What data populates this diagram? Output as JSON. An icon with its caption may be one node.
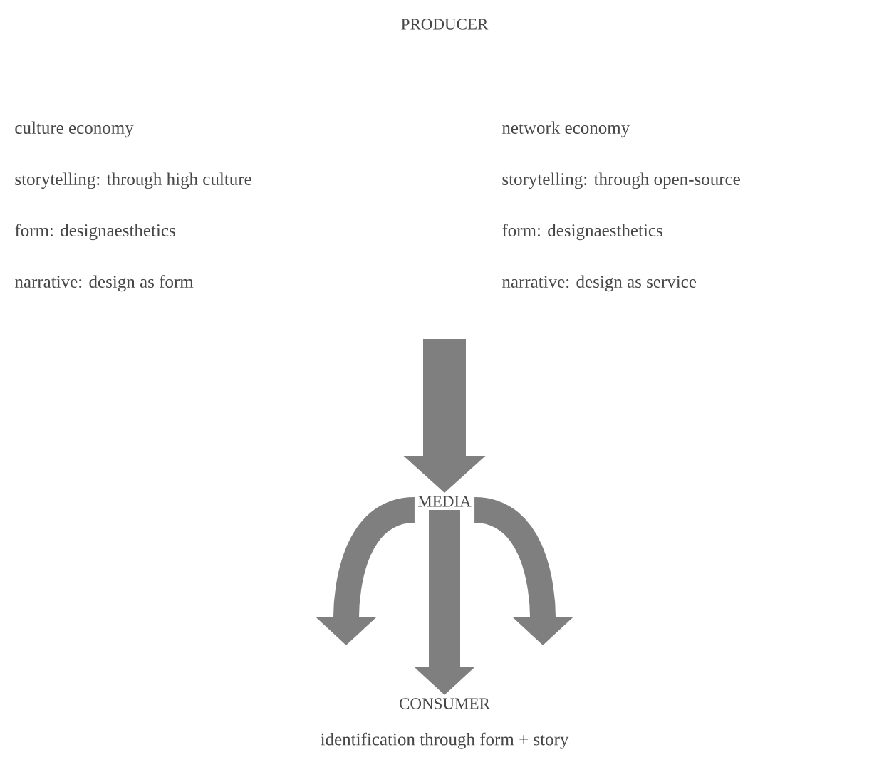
{
  "diagram": {
    "title": "PRODUCER",
    "nodes": [
      {
        "text": [
          "culture economy",
          "storytelling: through high culture",
          "form: designaesthetics",
          "narrative: design as form"
        ]
      },
      {
        "text": [
          "network economy",
          "storytelling: through open-source",
          "form: designaesthetics",
          "narrative: design as service"
        ]
      },
      {
        "text": [
          "MEDIA"
        ]
      },
      {
        "text": [
          "CONSUMER"
        ],
        "beside": [
          "identification through form + story"
        ]
      }
    ],
    "edges": [
      {
        "from": null,
        "to": 2,
        "arrow": "to"
      },
      {
        "from": 2,
        "to": null,
        "arrow": "to"
      },
      {
        "from": 2,
        "to": 3,
        "arrow": "to"
      },
      {
        "from": 2,
        "to": null,
        "arrow": "to"
      }
    ]
  }
}
